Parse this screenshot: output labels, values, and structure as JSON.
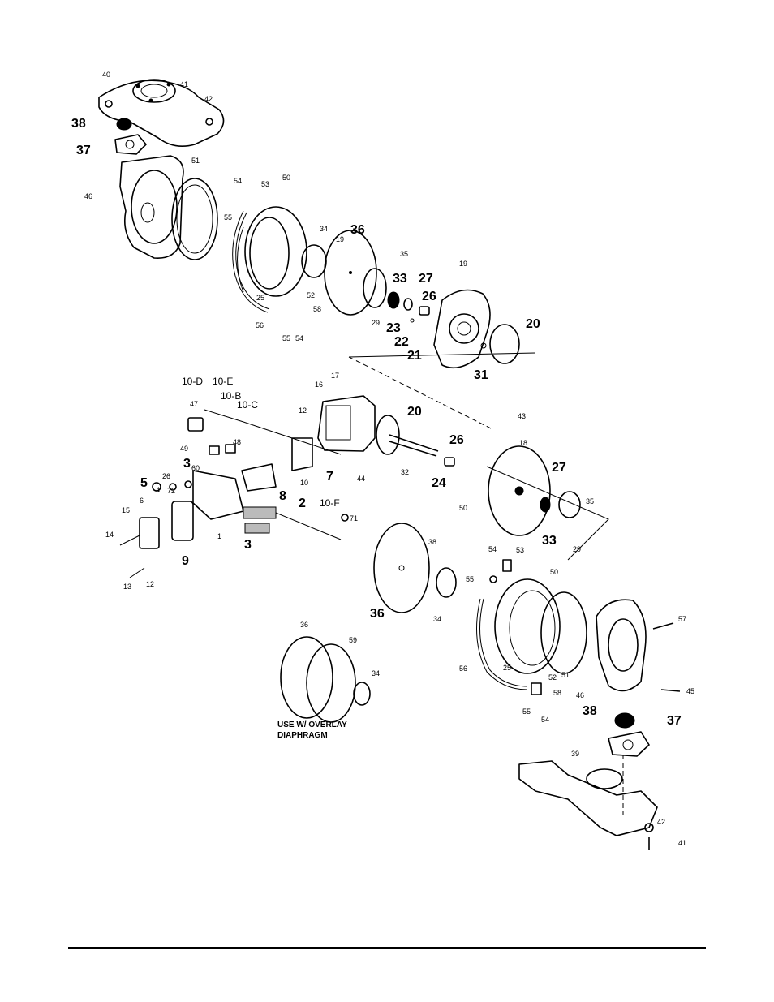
{
  "callouts": {
    "c40_top": "40",
    "c41_top": "41",
    "c42_top": "42",
    "c38_top": "38",
    "c37_top": "37",
    "c46_top": "46",
    "c51_top": "51",
    "c54_top": "54",
    "c53_top": "53",
    "c50_top": "50",
    "c55_top": "55",
    "c34_top": "34",
    "c19_top": "19",
    "c36_top": "36",
    "c35_top": "35",
    "c33_top": "33",
    "c27_top": "27",
    "c26_top": "26",
    "c29_top": "29",
    "c23_top": "23",
    "c22_top": "22",
    "c21_top": "21",
    "c25_top": "25",
    "c52_top": "52",
    "c58_top": "58",
    "c56_top": "56",
    "c55b_top": "55",
    "c54b_top": "54",
    "c20_top": "20",
    "c31": "31",
    "c19b": "19",
    "c10D": "10-D",
    "c10E": "10-E",
    "c10B": "10-B",
    "c10C": "10-C",
    "c47": "47",
    "c16": "16",
    "c17": "17",
    "c12a": "12",
    "c20_mid": "20",
    "c43": "43",
    "c49": "49",
    "c48": "48",
    "c3a": "3",
    "c5": "5",
    "c26_left": "26",
    "c4": "4",
    "c72": "72",
    "c60": "60",
    "c7": "7",
    "c10a": "10",
    "c8": "8",
    "c44": "44",
    "c32": "32",
    "c26_mid": "26",
    "c18": "18",
    "c27_mid": "27",
    "c24": "24",
    "c50_mid": "50",
    "c10F": "10-F",
    "c2": "2",
    "c71": "71",
    "c6": "6",
    "c15a": "15",
    "c14": "14",
    "c1": "1",
    "c9": "9",
    "c3b": "3",
    "c13": "13",
    "c12b": "12",
    "c35_mid": "35",
    "c33_mid": "33",
    "c29_mid": "29",
    "c38_mid": "38",
    "c36_mid": "36",
    "c55_mid": "55",
    "c34_mid": "34",
    "c54_mid": "54",
    "c53_mid": "53",
    "c50_r": "50",
    "c57": "57",
    "c36_ov": "36",
    "c59": "59",
    "c34_ov": "34",
    "c56_bot": "56",
    "c25_bot": "25",
    "c52_bot": "52",
    "c51_bot": "51",
    "c58_bot": "58",
    "c46_bot": "46",
    "c45": "45",
    "c55_bot": "55",
    "c54_bot": "54",
    "c38_bot": "38",
    "c37_bot": "37",
    "c39": "39",
    "c42_bot": "42",
    "c41_bot": "41"
  },
  "note": {
    "line1": "USE W/ OVERLAY",
    "line2": "DIAPHRAGM"
  }
}
